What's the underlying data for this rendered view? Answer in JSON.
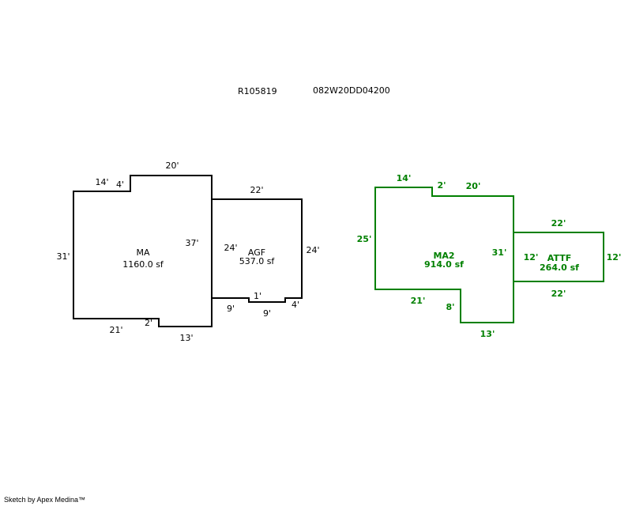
{
  "header": {
    "parcel_id": "R105819",
    "map_number": "082W20DD04200"
  },
  "colors": {
    "left_sketch": "#000000",
    "right_sketch": "#008000"
  },
  "areas": {
    "ma": {
      "name": "MA",
      "area": "1160.0 sf",
      "dims": [
        "20'",
        "14'",
        "4'",
        "31'",
        "37'",
        "21'",
        "2'",
        "13'"
      ]
    },
    "agf": {
      "name": "AGF",
      "area": "537.0 sf",
      "dims": [
        "22'",
        "24'",
        "24'",
        "1'",
        "9'",
        "9'",
        "4'"
      ]
    },
    "ma2": {
      "name": "MA2",
      "area": "914.0 sf",
      "dims": [
        "14'",
        "2'",
        "20'",
        "25'",
        "31'",
        "21'",
        "8'",
        "13'"
      ]
    },
    "attf": {
      "name": "ATTF",
      "area": "264.0 sf",
      "dims": [
        "22'",
        "12'",
        "12'",
        "22'"
      ]
    }
  },
  "footer": "Sketch by Apex Medina™"
}
